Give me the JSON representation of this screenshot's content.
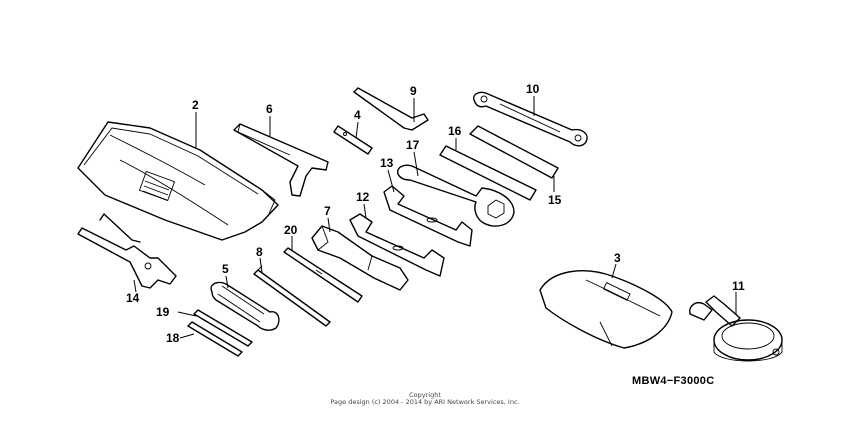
{
  "callouts": {
    "c2": "2",
    "c6": "6",
    "c4": "4",
    "c9": "9",
    "c10": "10",
    "c16": "16",
    "c17": "17",
    "c13": "13",
    "c12": "12",
    "c15": "15",
    "c7": "7",
    "c20": "20",
    "c8": "8",
    "c5": "5",
    "c14": "14",
    "c19": "19",
    "c18": "18",
    "c3": "3",
    "c11": "11"
  },
  "part_code": "MBW4−F3000C",
  "copyright": {
    "line1": "Copyright",
    "line2": "Page design (c) 2004 - 2014 by ARI Network Services, Inc."
  }
}
